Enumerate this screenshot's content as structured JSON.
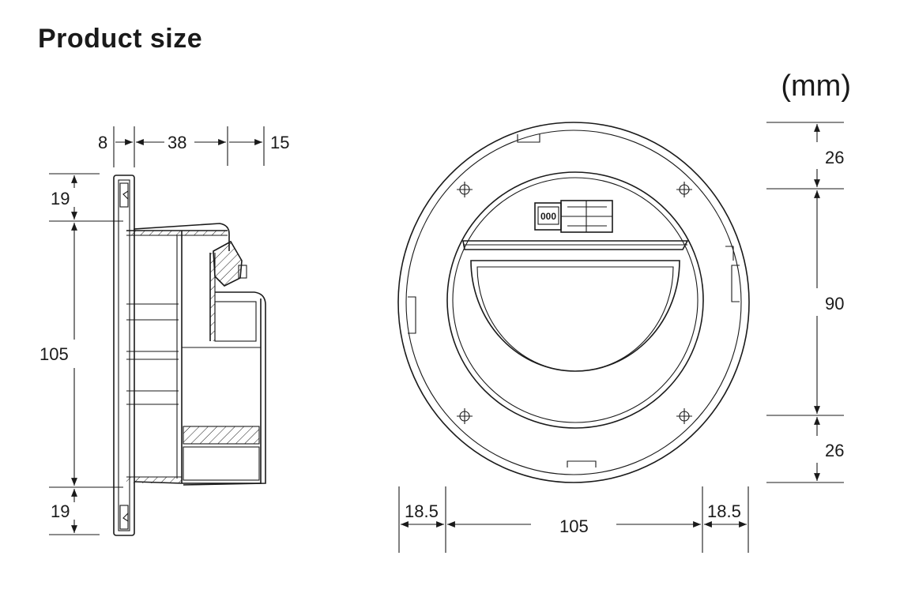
{
  "header": {
    "title": "Product size",
    "unit": "(mm)"
  },
  "side_view": {
    "dimensions": {
      "top_left": "8",
      "top_mid": "38",
      "top_right": "15",
      "left_top": "19",
      "left_mid": "105",
      "left_bottom": "19"
    }
  },
  "front_view": {
    "module_label": "000",
    "dimensions": {
      "right_top": "26",
      "right_mid": "90",
      "right_bottom": "26",
      "bottom_left": "18.5",
      "bottom_mid": "105",
      "bottom_right": "18.5"
    }
  }
}
